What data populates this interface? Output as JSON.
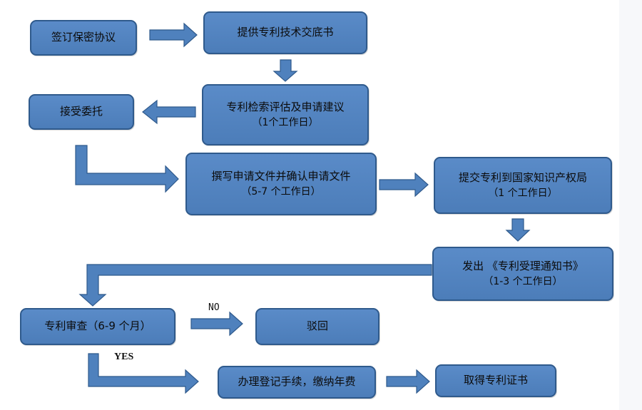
{
  "boxes": {
    "b1": {
      "line1": "签订保密协议"
    },
    "b2": {
      "line1": "提供专利技术交底书"
    },
    "b3": {
      "line1": "专利检索评估及申请建议",
      "line2": "（1个工作日）"
    },
    "b4": {
      "line1": "接受委托"
    },
    "b5": {
      "line1": "撰写申请文件并确认申请文件",
      "line2": "（5-7 个工作日）"
    },
    "b6": {
      "line1": "提交专利到国家知识产权局",
      "line2": "（1 个工作日）"
    },
    "b7": {
      "line1": "发出 《专利受理通知书》",
      "line2": "（1-3 个工作日）"
    },
    "b8": {
      "line1": "专利审查（6-9 个月）"
    },
    "b9": {
      "line1": "驳回"
    },
    "b10": {
      "line1": "办理登记手续，缴纳年费"
    },
    "b11": {
      "line1": "取得专利证书"
    }
  },
  "labels": {
    "no": "NO",
    "yes": "YES"
  },
  "colors": {
    "box_fill": "#4f81bd",
    "box_border": "#2f5a8c",
    "arrow_fill": "#4f81bd"
  }
}
